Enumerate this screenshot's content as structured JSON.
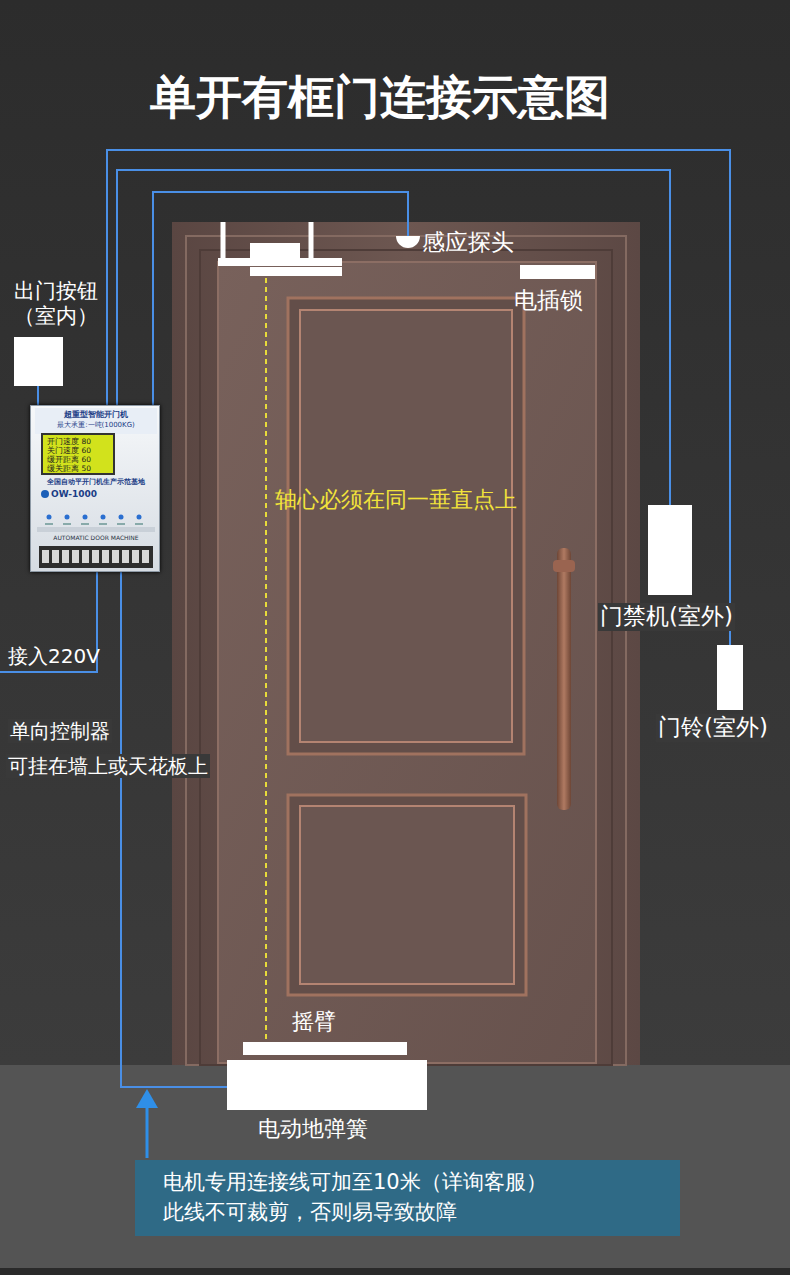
{
  "diagram": {
    "title": "单开有框门连接示意图",
    "nodes": [
      {
        "text": [
          "出门按钮 （室内）"
        ]
      },
      {
        "text": [
          "超重型智能开门机",
          "最大承重:一吨(1000KG)",
          "全国自动平开门机生产示范基地",
          "OW-1000",
          "AUTOMATIC DOOR MACHINE"
        ]
      },
      {
        "text": [
          "开门速度 80",
          "关门速度 60",
          "缓开距离 60",
          "缓关距离 50"
        ],
        "in": 1
      },
      {
        "text": [
          "感应探头"
        ]
      },
      {
        "text": [
          "电插锁"
        ]
      },
      {
        "text": [
          "门禁机(室外)"
        ]
      },
      {
        "text": [
          "门铃(室外)"
        ]
      },
      {
        "text": [
          "摇臂"
        ]
      },
      {
        "text": [
          "电动地弹簧"
        ]
      },
      {
        "text": [
          "电机专用连接线可加至10米（详询客服）",
          "此线不可裁剪，否则易导致故障"
        ]
      }
    ],
    "edges": [
      {
        "from": 0,
        "to": 1,
        "arrow": "none"
      },
      {
        "from": 1,
        "to": 3,
        "arrow": "none"
      },
      {
        "from": 1,
        "to": 5,
        "arrow": "none"
      },
      {
        "from": 1,
        "to": 6,
        "arrow": "none"
      },
      {
        "from": 1,
        "to": 8,
        "arrow": "none"
      }
    ],
    "labels": [
      "轴心必须在同一垂直点上",
      "接入220V",
      "单向控制器",
      "可挂在墙上或天花板上"
    ]
  }
}
